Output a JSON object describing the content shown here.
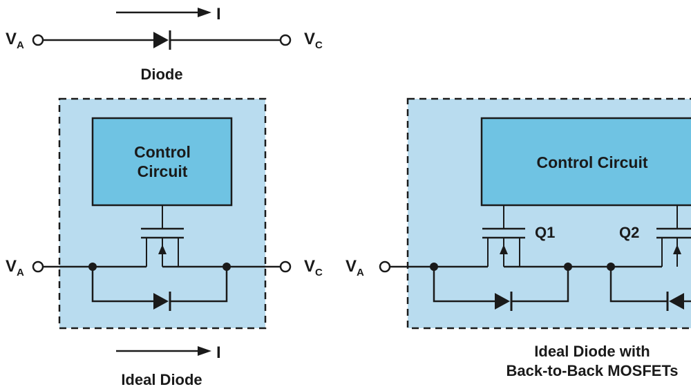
{
  "diagram": {
    "current_label": "I",
    "va_main": "V",
    "va_sub": "A",
    "vc_main": "V",
    "vc_sub": "C",
    "diode_caption": "Diode",
    "control_circuit_line1": "Control",
    "control_circuit_line2": "Circuit",
    "ideal_diode_caption": "Ideal Diode",
    "control_circuit_single": "Control Circuit",
    "q1_label": "Q1",
    "q2_label": "Q2",
    "b2b_caption_line1": "Ideal Diode with",
    "b2b_caption_line2": "Back-to-Back MOSFETs",
    "colors": {
      "dashed_box_fill": "#b9dcef",
      "control_box_fill": "#6fc3e3",
      "line_color": "#1a1a1a"
    }
  }
}
